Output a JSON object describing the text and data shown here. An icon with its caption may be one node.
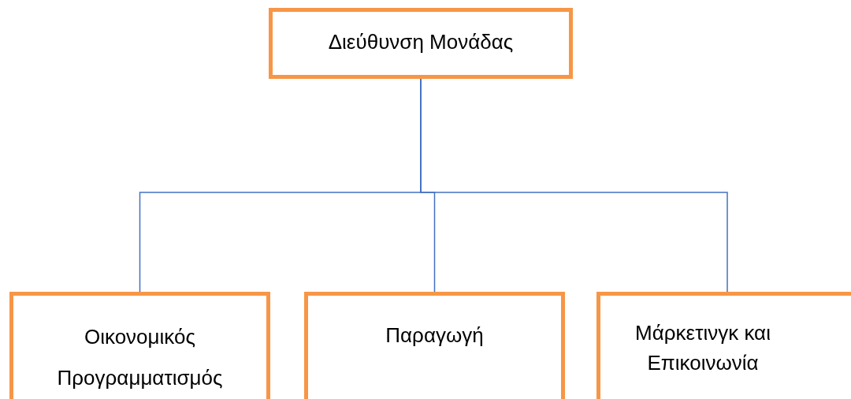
{
  "diagram": {
    "nodes": [
      {
        "text": [
          "Διεύθυνση Μονάδας"
        ]
      },
      {
        "text": [
          "Οικονομικός Προγραμματισμός"
        ]
      },
      {
        "text": [
          "Παραγωγή"
        ]
      },
      {
        "text": [
          "Μάρκετινγκ και Επικοινωνία"
        ]
      }
    ],
    "edges": [
      {
        "from": 0,
        "to": 1,
        "arrow": "none"
      },
      {
        "from": 0,
        "to": 2,
        "arrow": "none"
      },
      {
        "from": 0,
        "to": 3,
        "arrow": "none"
      }
    ]
  }
}
